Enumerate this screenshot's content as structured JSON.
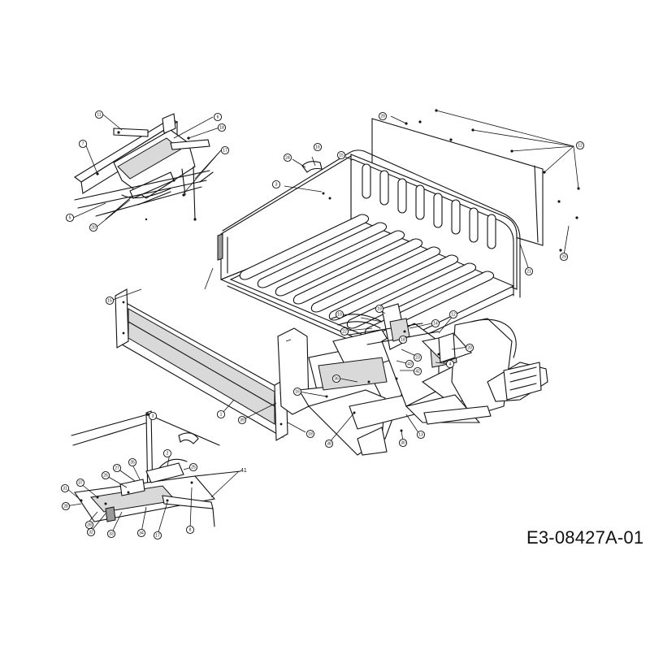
{
  "drawing_number": "E3-08427A-01",
  "standalone_label": "41",
  "callouts": [
    {
      "id": "c1",
      "text": "11"
    },
    {
      "id": "c2",
      "text": "6"
    },
    {
      "id": "c3",
      "text": "18"
    },
    {
      "id": "c4",
      "text": "7"
    },
    {
      "id": "c5",
      "text": "17"
    },
    {
      "id": "c6",
      "text": "5"
    },
    {
      "id": "c7",
      "text": "20"
    },
    {
      "id": "c8",
      "text": "29"
    },
    {
      "id": "c9",
      "text": "12"
    },
    {
      "id": "c10",
      "text": "24"
    },
    {
      "id": "c11",
      "text": "16"
    },
    {
      "id": "c12",
      "text": "15"
    },
    {
      "id": "c13",
      "text": "3"
    },
    {
      "id": "c14",
      "text": "29"
    },
    {
      "id": "c15",
      "text": "21"
    },
    {
      "id": "c16",
      "text": "1"
    },
    {
      "id": "c17",
      "text": "15"
    },
    {
      "id": "c18",
      "text": "39"
    },
    {
      "id": "c19",
      "text": "18"
    },
    {
      "id": "c20",
      "text": "19"
    },
    {
      "id": "c21",
      "text": "19"
    },
    {
      "id": "c22",
      "text": "22"
    },
    {
      "id": "c23",
      "text": "12"
    },
    {
      "id": "c24",
      "text": "14"
    },
    {
      "id": "c25",
      "text": "20"
    },
    {
      "id": "c26",
      "text": "18"
    },
    {
      "id": "c27",
      "text": "23"
    },
    {
      "id": "c28",
      "text": "4"
    },
    {
      "id": "c29",
      "text": "43"
    },
    {
      "id": "c30",
      "text": "42"
    },
    {
      "id": "c31",
      "text": "36"
    },
    {
      "id": "c32",
      "text": "16"
    },
    {
      "id": "c33",
      "text": "38"
    },
    {
      "id": "c34",
      "text": "30"
    },
    {
      "id": "c35",
      "text": "13"
    },
    {
      "id": "c36",
      "text": "2"
    },
    {
      "id": "c37",
      "text": "25"
    },
    {
      "id": "c38",
      "text": "27"
    },
    {
      "id": "c39",
      "text": "26"
    },
    {
      "id": "c40",
      "text": "35"
    },
    {
      "id": "c41",
      "text": "31"
    },
    {
      "id": "c42",
      "text": "37"
    },
    {
      "id": "c43",
      "text": "28"
    },
    {
      "id": "c44",
      "text": "32"
    },
    {
      "id": "c45",
      "text": "33"
    },
    {
      "id": "c46",
      "text": "28"
    },
    {
      "id": "c47",
      "text": "34"
    },
    {
      "id": "c48",
      "text": "17"
    },
    {
      "id": "c49",
      "text": "8"
    },
    {
      "id": "c50",
      "text": "3"
    }
  ]
}
